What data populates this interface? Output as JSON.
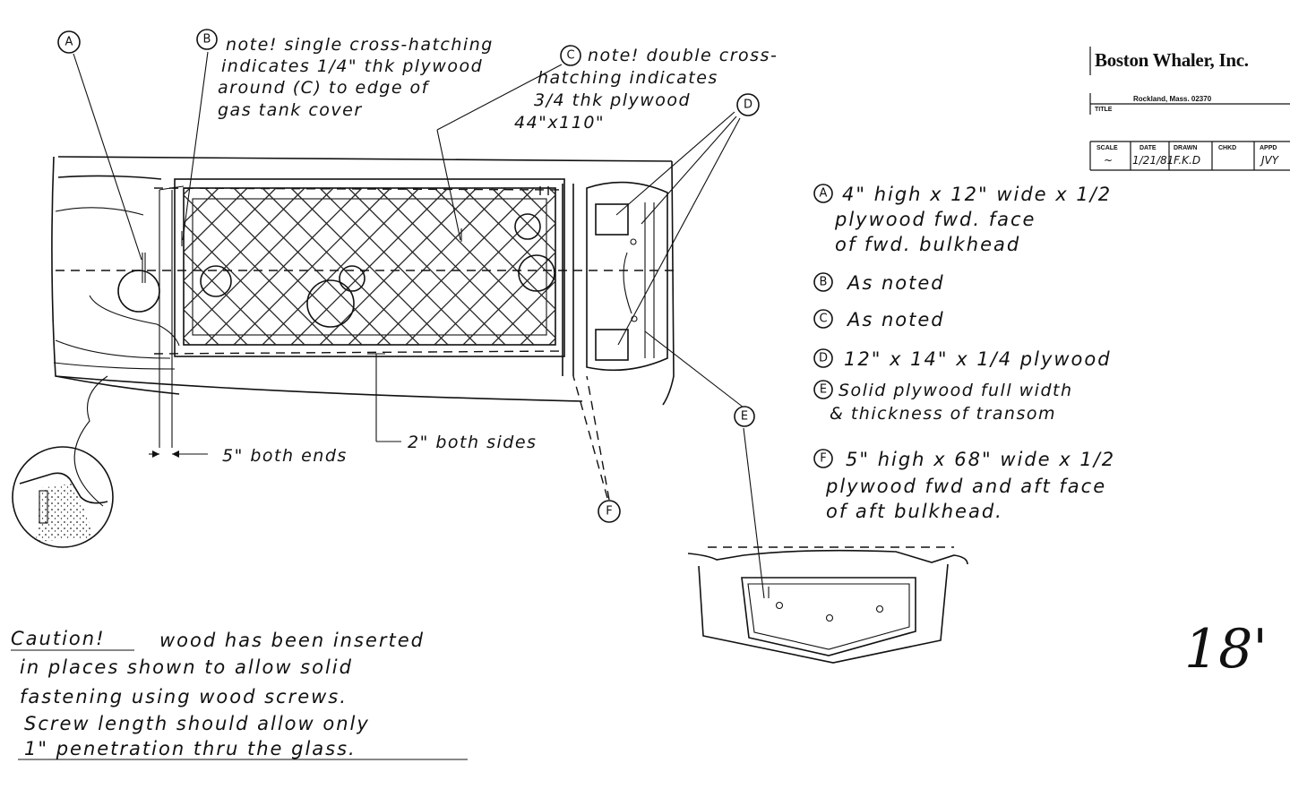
{
  "title_block": {
    "company": "Boston Whaler, Inc.",
    "title_label": "TITLE",
    "location": "Rockland, Mass. 02370",
    "headers": [
      "SCALE",
      "DATE",
      "DRAWN",
      "CHKD",
      "APPD"
    ],
    "values": [
      "~",
      "1/21/81",
      "F.K.D",
      "",
      "JVY"
    ]
  },
  "callouts": {
    "a": "A",
    "b": "B",
    "c": "C",
    "d": "D",
    "e": "E",
    "f": "F"
  },
  "notes": {
    "b_note": [
      "note! single cross-hatching",
      "indicates 1/4\" thk plywood",
      "around (C) to edge of",
      "gas tank cover"
    ],
    "c_note": [
      "note! double cross-",
      "hatching indicates",
      "3/4 thk plywood",
      "44\"x110\""
    ]
  },
  "dimensions": {
    "ends": "5\" both ends",
    "sides": "2\" both sides"
  },
  "legend": [
    {
      "key": "A",
      "lines": [
        "4\" high x 12\" wide x 1/2",
        "plywood fwd. face",
        "of fwd. bulkhead"
      ]
    },
    {
      "key": "B",
      "lines": [
        "As noted"
      ]
    },
    {
      "key": "C",
      "lines": [
        "As noted"
      ]
    },
    {
      "key": "D",
      "lines": [
        "12\" x 14\" x 1/4 plywood"
      ]
    },
    {
      "key": "E",
      "lines": [
        "Solid plywood full width",
        "& thickness of transom"
      ]
    },
    {
      "key": "F",
      "lines": [
        "5\" high x 68\" wide x 1/2",
        "plywood fwd and aft face",
        "of aft bulkhead."
      ]
    }
  ],
  "caution": {
    "heading": "Caution!",
    "lines": [
      "wood has been inserted",
      "in places shown to allow solid",
      "fastening using wood screws.",
      "Screw length should allow only",
      "1\" penetration thru the glass."
    ]
  },
  "model_size": "18'"
}
